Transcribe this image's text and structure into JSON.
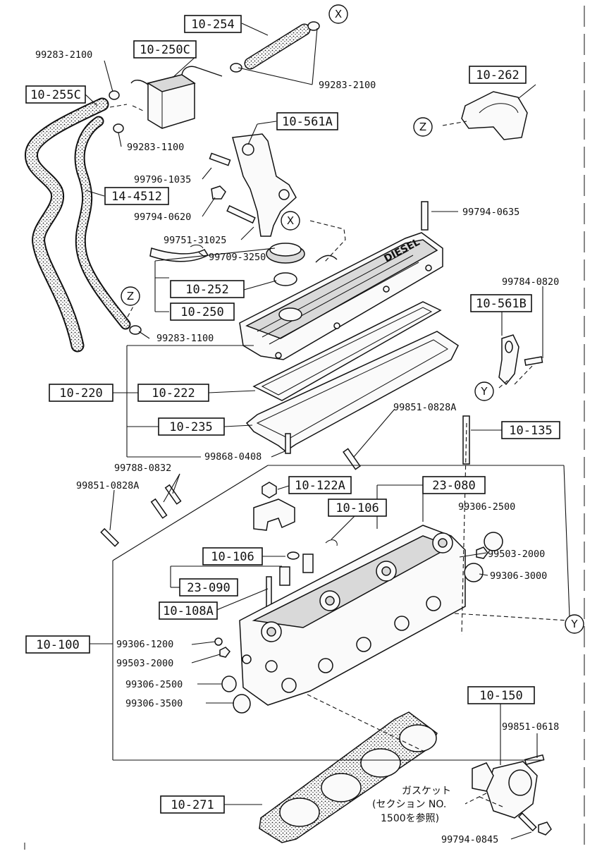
{
  "diagram": {
    "ref_labels": [
      "10-254",
      "10-250C",
      "10-255C",
      "10-561A",
      "14-4512",
      "10-262",
      "10-252",
      "10-250",
      "10-561B",
      "10-220",
      "10-222",
      "10-235",
      "10-135",
      "10-122A",
      "23-080",
      "10-106",
      "10-106",
      "23-090",
      "10-108A",
      "10-100",
      "10-150",
      "10-271"
    ],
    "part_numbers": [
      "99283-2100",
      "99283-2100",
      "99283-1100",
      "99796-1035",
      "99794-0620",
      "99751-31025",
      "99709-3250",
      "99794-0635",
      "99784-0820",
      "99283-1100",
      "99851-0828A",
      "99868-0408",
      "99788-0832",
      "99851-0828A",
      "99306-2500",
      "99503-2000",
      "99306-3000",
      "99306-1200",
      "99503-2000",
      "99306-2500",
      "99306-3500",
      "99851-0618",
      "99794-0845"
    ],
    "markers": [
      "X",
      "X",
      "Z",
      "Z",
      "Y",
      "Y"
    ],
    "cover_text": "DIESEL",
    "gasket_note": [
      "ガスケット",
      "(セクション NO.",
      "1500を参照)"
    ]
  }
}
